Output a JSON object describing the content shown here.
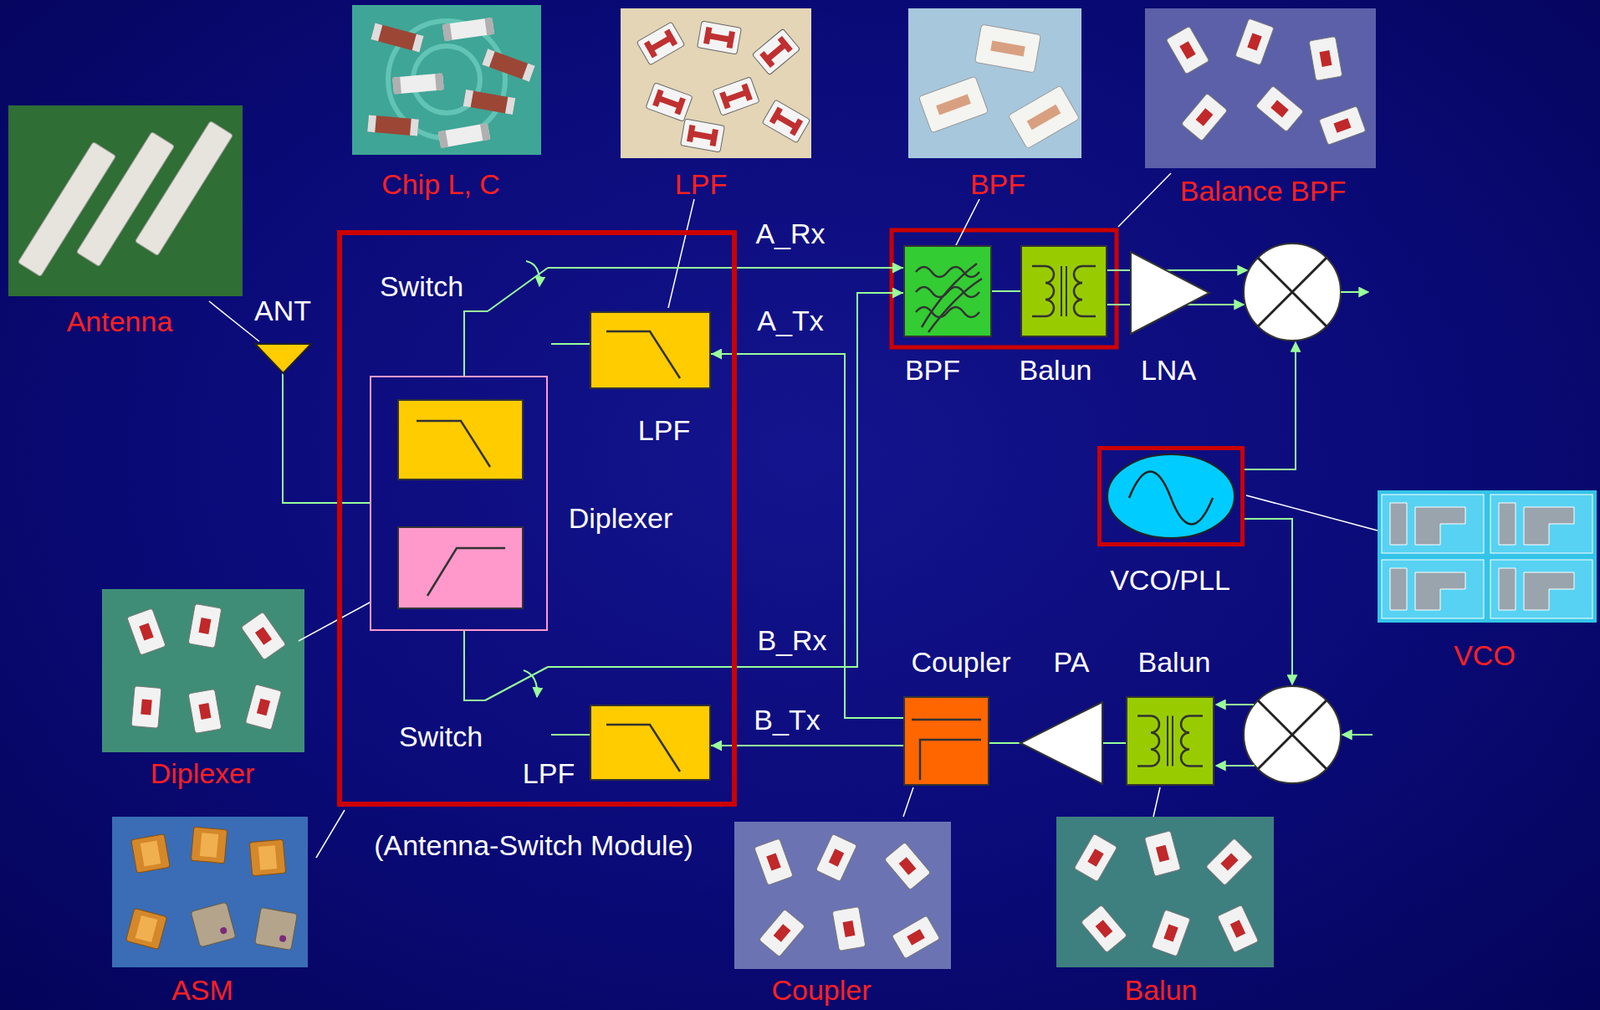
{
  "diagram": {
    "nodes": [
      {
        "text": [
          "ANT"
        ]
      },
      {
        "text": [
          "(Antenna-Switch Module)"
        ]
      },
      {
        "text": [
          "Diplexer"
        ],
        "in": 1
      },
      {
        "text": [
          "Switch"
        ],
        "in": 1
      },
      {
        "text": [
          "LPF"
        ],
        "in": 1
      },
      {
        "text": [
          "Switch"
        ],
        "in": 1
      },
      {
        "text": [
          "LPF"
        ],
        "in": 1
      },
      {
        "text": [
          "BPF"
        ]
      },
      {
        "text": [
          "Balun"
        ]
      },
      {
        "text": [
          "LNA"
        ]
      },
      {
        "text": [
          "VCO/PLL"
        ]
      },
      {
        "text": [
          "Coupler"
        ]
      },
      {
        "text": [
          "PA"
        ]
      },
      {
        "text": [
          "Balun"
        ]
      }
    ],
    "edges": [
      {
        "from": 0,
        "to": 2,
        "arrow": "none"
      },
      {
        "from": 2,
        "to": 3,
        "arrow": "none"
      },
      {
        "from": 3,
        "to": 7,
        "label": "A_Rx",
        "arrow": "to"
      },
      {
        "from": 2,
        "to": 5,
        "arrow": "none"
      },
      {
        "from": 5,
        "to": 7,
        "label": "B_Rx",
        "arrow": "to"
      },
      {
        "from": 11,
        "to": 4,
        "label": "A_Tx",
        "arrow": "to"
      },
      {
        "from": 11,
        "to": 6,
        "label": "B_Tx",
        "arrow": "to"
      },
      {
        "from": 7,
        "to": 8,
        "arrow": "none"
      },
      {
        "from": 8,
        "to": 9,
        "arrow": "none"
      },
      {
        "from": 8,
        "to": 9,
        "arrow": "none"
      },
      {
        "from": 13,
        "to": 12,
        "arrow": "none"
      },
      {
        "from": 12,
        "to": 11,
        "arrow": "none"
      }
    ],
    "labels": [
      "Chip L, C",
      "LPF",
      "BPF",
      "Balance BPF",
      "Antenna",
      "VCO",
      "Diplexer",
      "ASM",
      "Coupler",
      "Balun"
    ]
  }
}
